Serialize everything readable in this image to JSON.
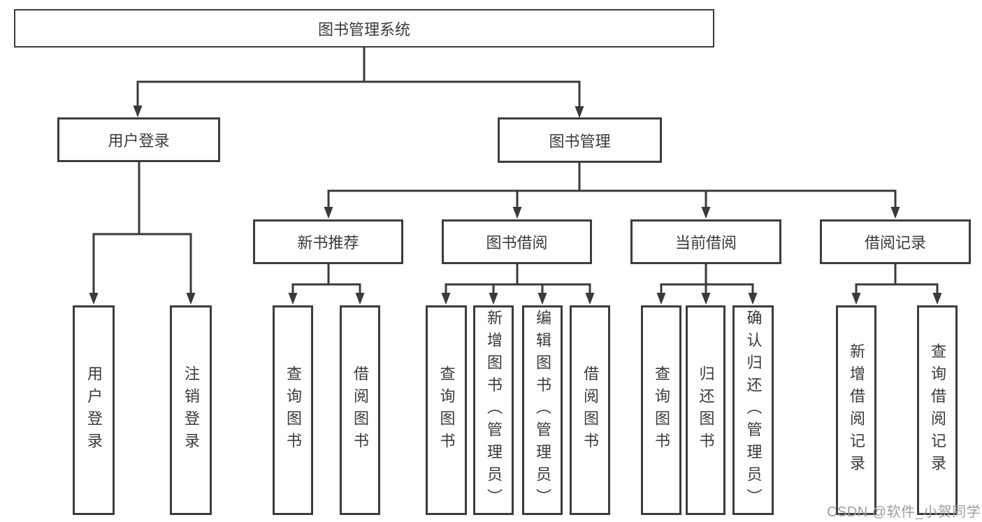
{
  "diagram": {
    "title": "图书管理系统",
    "root": {
      "label": "图书管理系统"
    },
    "level2": [
      {
        "id": "user-login",
        "label": "用户登录"
      },
      {
        "id": "book-management",
        "label": "图书管理"
      }
    ],
    "level3": [
      {
        "id": "new-book-recommend",
        "parent": "图书管理",
        "label": "新书推荐"
      },
      {
        "id": "book-borrowing",
        "parent": "图书管理",
        "label": "图书借阅"
      },
      {
        "id": "current-borrowing",
        "parent": "图书管理",
        "label": "当前借阅"
      },
      {
        "id": "borrowing-records",
        "parent": "图书管理",
        "label": "借阅记录"
      }
    ],
    "leaves": [
      {
        "parent": "用户登录",
        "label": "用户登录"
      },
      {
        "parent": "用户登录",
        "label": "注销登录"
      },
      {
        "parent": "新书推荐",
        "label": "查询图书"
      },
      {
        "parent": "新书推荐",
        "label": "借阅图书"
      },
      {
        "parent": "图书借阅",
        "label": "查询图书"
      },
      {
        "parent": "图书借阅",
        "label": "新增图书（管理员）"
      },
      {
        "parent": "图书借阅",
        "label": "编辑图书（管理员）"
      },
      {
        "parent": "图书借阅",
        "label": "借阅图书"
      },
      {
        "parent": "当前借阅",
        "label": "查询图书"
      },
      {
        "parent": "当前借阅",
        "label": "归还图书"
      },
      {
        "parent": "当前借阅",
        "label": "确认归还（管理员）"
      },
      {
        "parent": "借阅记录",
        "label": "新增借阅记录"
      },
      {
        "parent": "借阅记录",
        "label": "查询借阅记录"
      }
    ]
  },
  "watermark": {
    "text": "CSDN @软件_小贺同学"
  },
  "colors": {
    "line": "#3a3a3a",
    "box_border": "#3c3c3c",
    "text": "#3a3a3a",
    "background": "#ffffff",
    "watermark": "#9e9e9e"
  }
}
